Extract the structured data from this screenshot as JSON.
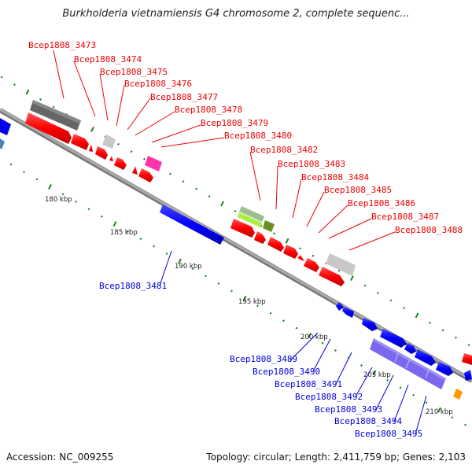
{
  "header": {
    "title": "Burkholderia vietnamiensis G4 chromosome 2, complete sequenc..."
  },
  "footer": {
    "accession": "Accession: NC_009255",
    "summary": "Topology: circular; Length: 2,411,759 bp; Genes: 2,103"
  },
  "colors": {
    "forward_gene": "#ff0000",
    "reverse_gene": "#0000ff",
    "backbone": "#999999",
    "tick": "#1a8a1a",
    "gray_feature": "#666666",
    "light_gray_feature": "#c8c8c8",
    "magenta_feature": "#ff33aa",
    "lightgreen_feature": "#aaee44",
    "olive_feature": "#6b8e23",
    "sage_feature": "#9cbf8f",
    "purple_feature": "#7b68ee",
    "orange_feature": "#ff9900",
    "steelblue_feature": "#4682b4"
  },
  "scale_labels": [
    "180 kbp",
    "185 kbp",
    "190 kbp",
    "195 kbp",
    "200 kbp",
    "205 kbp",
    "210 kbp"
  ],
  "forward_genes": [
    "Bcep1808_3473",
    "Bcep1808_3474",
    "Bcep1808_3475",
    "Bcep1808_3476",
    "Bcep1808_3477",
    "Bcep1808_3478",
    "Bcep1808_3479",
    "Bcep1808_3480",
    "Bcep1808_3482",
    "Bcep1808_3483",
    "Bcep1808_3484",
    "Bcep1808_3485",
    "Bcep1808_3486",
    "Bcep1808_3487",
    "Bcep1808_3488"
  ],
  "reverse_genes": [
    "Bcep1808_3481",
    "Bcep1808_3489",
    "Bcep1808_3490",
    "Bcep1808_3491",
    "Bcep1808_3492",
    "Bcep1808_3493",
    "Bcep1808_3494",
    "Bcep1808_3495"
  ]
}
